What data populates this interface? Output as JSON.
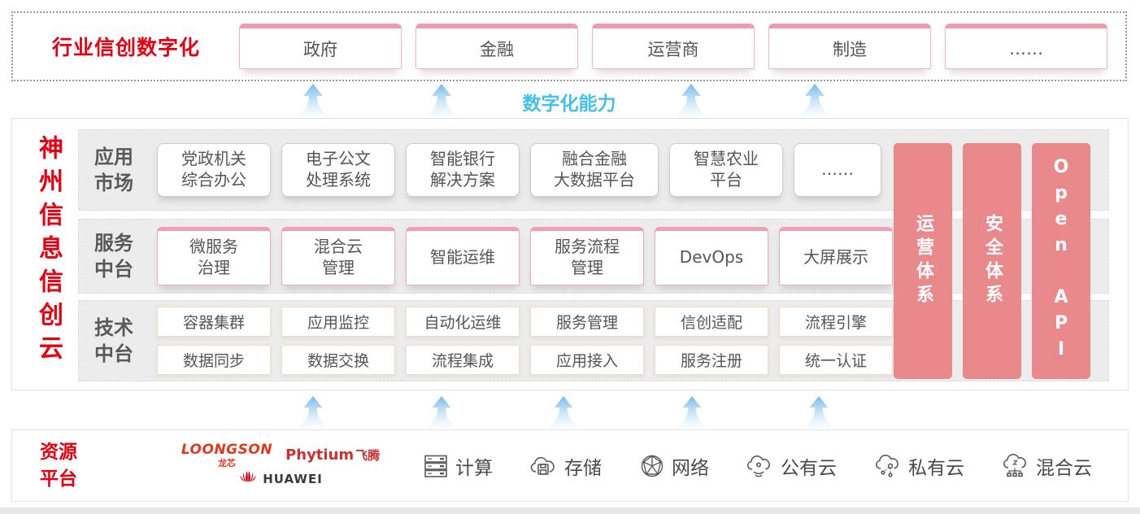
{
  "colors": {
    "brand_red": "#e60012",
    "pillar_pink": "#e9898c",
    "capability_blue": "#45c0ed"
  },
  "top_band": {
    "title": "行业信创数字化",
    "items": [
      "政府",
      "金融",
      "运营商",
      "制造",
      "……"
    ]
  },
  "capability_label": "数字化能力",
  "main": {
    "side_title": "神州信息信创云",
    "app_row": {
      "label": "应用\n市场",
      "items": [
        "党政机关\n综合办公",
        "电子公文\n处理系统",
        "智能银行\n解决方案",
        "融合金融\n大数据平台",
        "智慧农业\n平台",
        "……"
      ]
    },
    "service_row": {
      "label": "服务\n中台",
      "items": [
        "微服务\n治理",
        "混合云\n管理",
        "智能运维",
        "服务流程\n管理",
        "DevOps",
        "大屏展示"
      ]
    },
    "tech_row": {
      "label": "技术\n中台",
      "row1": [
        "容器集群",
        "应用监控",
        "自动化运维",
        "服务管理",
        "信创适配",
        "流程引擎"
      ],
      "row2": [
        "数据同步",
        "数据交换",
        "流程集成",
        "应用接入",
        "服务注册",
        "统一认证"
      ]
    },
    "pillars": [
      "运营体系",
      "安全体系",
      "Open API"
    ]
  },
  "resource_band": {
    "title": "资源\n平台",
    "vendors": {
      "loongson_en": "LOONGSON",
      "loongson_cn": "龙芯",
      "phytium_en": "Phytium",
      "phytium_cn": "飞腾",
      "huawei": "HUAWEI"
    },
    "items": [
      {
        "icon": "server-icon",
        "label": "计算"
      },
      {
        "icon": "cloud-storage-icon",
        "label": "存储"
      },
      {
        "icon": "network-globe-icon",
        "label": "网络"
      },
      {
        "icon": "public-cloud-icon",
        "label": "公有云"
      },
      {
        "icon": "private-cloud-icon",
        "label": "私有云"
      },
      {
        "icon": "hybrid-cloud-icon",
        "label": "混合云"
      }
    ]
  }
}
